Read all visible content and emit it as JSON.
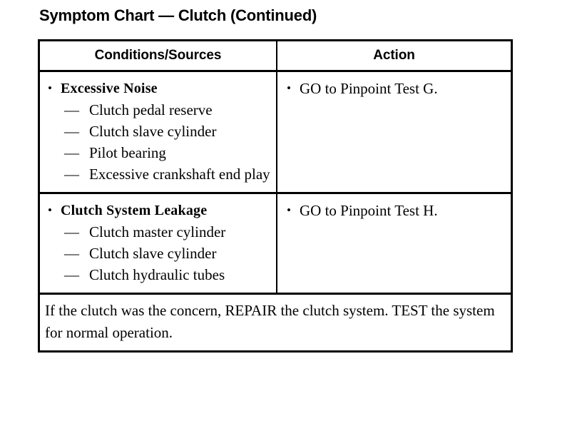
{
  "page": {
    "title": "Symptom Chart — Clutch (Continued)"
  },
  "table": {
    "headers": {
      "conditions": "Conditions/Sources",
      "action": "Action"
    },
    "bullet_glyph": "•",
    "dash_glyph": "—",
    "rows": [
      {
        "condition_heading": "Excessive Noise",
        "condition_items": [
          "Clutch pedal reserve",
          "Clutch slave cylinder",
          "Pilot bearing",
          "Excessive crankshaft end play"
        ],
        "action": "GO to Pinpoint Test G."
      },
      {
        "condition_heading": "Clutch System Leakage",
        "condition_items": [
          "Clutch master cylinder",
          "Clutch slave cylinder",
          "Clutch hydraulic tubes"
        ],
        "action": "GO to Pinpoint Test H."
      }
    ],
    "footer": "If the clutch was the concern, REPAIR the clutch system. TEST the system for normal operation."
  },
  "colors": {
    "border": "#000000",
    "text": "#000000",
    "background": "#ffffff"
  }
}
